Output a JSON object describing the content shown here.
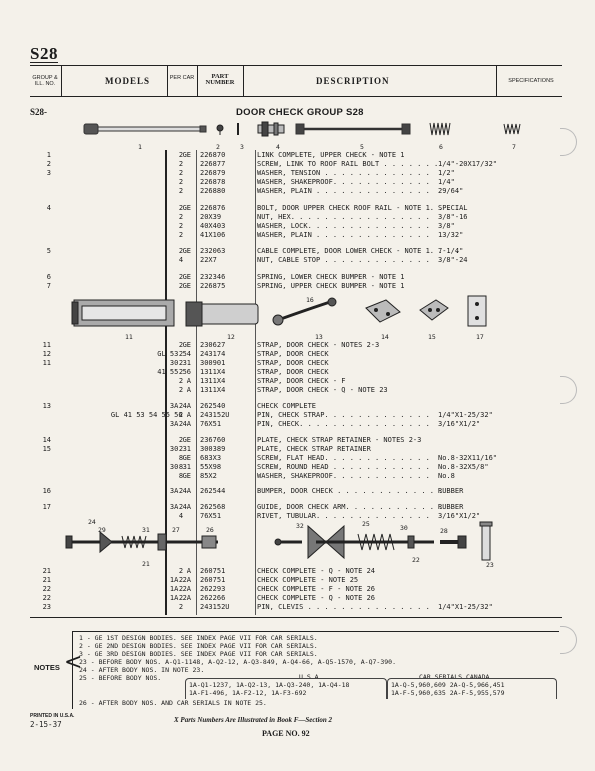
{
  "page_code": "S28",
  "header": {
    "group_label": "GROUP & ILL. NO.",
    "models": "MODELS",
    "per_car": "PER CAR",
    "part_number": "PART NUMBER",
    "description": "DESCRIPTION",
    "specifications": "SPECIFICATIONS"
  },
  "group_code": "S28-",
  "group_title": "DOOR CHECK GROUP S28",
  "illus1_labels": [
    "1",
    "2",
    "3",
    "4",
    "5",
    "6",
    "7"
  ],
  "illus2_labels": [
    "16",
    "11",
    "12",
    "13",
    "14",
    "15",
    "17"
  ],
  "illus3_labels": [
    "24",
    "29",
    "31",
    "27",
    "26",
    "21",
    "32",
    "25",
    "30",
    "28",
    "22",
    "23"
  ],
  "rows": [
    {
      "num": "1",
      "models": "GE",
      "per": "2",
      "part": "226870",
      "desc": "LINK COMPLETE, UPPER CHECK - NOTE 1",
      "spec": ""
    },
    {
      "num": "2",
      "models": "",
      "per": "2",
      "part": "226877",
      "desc": "  SCREW, LINK TO ROOF RAIL BOLT . . . . . . .",
      "spec": "1/4\"-20X17/32\""
    },
    {
      "num": "3",
      "models": "",
      "per": "2",
      "part": "226879",
      "desc": "  WASHER, TENSION . . . . . . . . . . . . .",
      "spec": "1/2\""
    },
    {
      "num": "",
      "models": "",
      "per": "2",
      "part": "226878",
      "desc": "  WASHER, SHAKEPROOF. . . . . . . . . . . .",
      "spec": "1/4\""
    },
    {
      "num": "",
      "models": "",
      "per": "2",
      "part": "226880",
      "desc": "  WASHER, PLAIN . . . . . . . . . . . . . .",
      "spec": "29/64\""
    },
    {
      "num": "4",
      "models": "GE",
      "per": "2",
      "part": "226876",
      "desc": "BOLT, DOOR UPPER CHECK ROOF RAIL - NOTE 1. . . .",
      "spec": "SPECIAL"
    },
    {
      "num": "",
      "models": "",
      "per": "2",
      "part": "20X39",
      "desc": "  NUT, HEX. . . . . . . . . . . . . . . . .",
      "spec": "3/8\"-16"
    },
    {
      "num": "",
      "models": "",
      "per": "2",
      "part": "40X403",
      "desc": "  WASHER, LOCK. . . . . . . . . . . . . . .",
      "spec": "3/8\""
    },
    {
      "num": "",
      "models": "",
      "per": "2",
      "part": "41X106",
      "desc": "  WASHER, PLAIN . . . . . . . . . . . . . .",
      "spec": "13/32\""
    },
    {
      "num": "5",
      "models": "GE",
      "per": "2",
      "part": "232063",
      "desc": "CABLE COMPLETE, DOOR LOWER CHECK - NOTE 1. . . .",
      "spec": "7-1/4\""
    },
    {
      "num": "",
      "models": "",
      "per": "4",
      "part": "22X7",
      "desc": "  NUT, CABLE STOP . . . . . . . . . . . . .",
      "spec": "3/8\"-24"
    },
    {
      "num": "6",
      "models": "GE",
      "per": "2",
      "part": "232346",
      "desc": "SPRING, LOWER CHECK BUMPER - NOTE 1",
      "spec": ""
    },
    {
      "num": "7",
      "models": "GE",
      "per": "2",
      "part": "226875",
      "desc": "SPRING, UPPER CHECK BUMPER - NOTE 1",
      "spec": ""
    },
    {
      "num": "11",
      "models": "GE",
      "per": "2",
      "part": "230627",
      "desc": "STRAP, DOOR CHECK - NOTES 2-3",
      "spec": ""
    },
    {
      "num": "12",
      "models": "GL 53 54",
      "per": "2",
      "part": "243174",
      "desc": "STRAP, DOOR CHECK",
      "spec": ""
    },
    {
      "num": "11",
      "models": "30 31",
      "per": "2",
      "part": "300901",
      "desc": "STRAP, DOOR CHECK",
      "spec": ""
    },
    {
      "num": "",
      "models": "41 55 56",
      "per": "2",
      "part": "1311X4",
      "desc": "STRAP, DOOR CHECK",
      "spec": ""
    },
    {
      "num": "",
      "models": "A",
      "per": "2",
      "part": "1311X4",
      "desc": "STRAP, DOOR CHECK - F",
      "spec": ""
    },
    {
      "num": "",
      "models": "A",
      "per": "2",
      "part": "1311X4",
      "desc": "STRAP, DOOR CHECK - Q - NOTE 23",
      "spec": ""
    },
    {
      "num": "13",
      "models": "3A 4A",
      "per": "2",
      "part": "262540",
      "desc": "CHECK COMPLETE",
      "spec": ""
    },
    {
      "num": "",
      "models": "GL 41 53 54 55 56 A",
      "per": "2",
      "part": "243152U",
      "desc": "  PIN, CHECK STRAP. . . . . . . . . . . . .",
      "spec": "1/4\"X1-25/32\""
    },
    {
      "num": "",
      "models": "3A 4A",
      "per": "2",
      "part": "76X51",
      "desc": "  PIN, CHECK. . . . . . . . . . . . . . . .",
      "spec": "3/16\"X1/2\""
    },
    {
      "num": "14",
      "models": "GE",
      "per": "2",
      "part": "236760",
      "desc": "PLATE, CHECK STRAP RETAINER - NOTES 2-3",
      "spec": ""
    },
    {
      "num": "15",
      "models": "30 31",
      "per": "2",
      "part": "300389",
      "desc": "PLATE, CHECK STRAP RETAINER",
      "spec": ""
    },
    {
      "num": "",
      "models": "GE",
      "per": "8",
      "part": "683X3",
      "desc": "  SCREW, FLAT HEAD. . . . . . . . . . . . .",
      "spec": "No.8-32X11/16\""
    },
    {
      "num": "",
      "models": "30 31",
      "per": "8",
      "part": "55X98",
      "desc": "  SCREW, ROUND HEAD . . . . . . . . . . . .",
      "spec": "No.8-32X5/8\""
    },
    {
      "num": "",
      "models": "GE",
      "per": "8",
      "part": "85X2",
      "desc": "  WASHER, SHAKEPROOF. . . . . . . . . . . .",
      "spec": "No.8"
    },
    {
      "num": "16",
      "models": "3A 4A",
      "per": "2",
      "part": "262544",
      "desc": "BUMPER, DOOR CHECK . . . . . . . . . . . . .",
      "spec": "RUBBER"
    },
    {
      "num": "17",
      "models": "3A 4A",
      "per": "2",
      "part": "262568",
      "desc": "GUIDE, DOOR CHECK ARM. . . . . . . . . . . .",
      "spec": "RUBBER"
    },
    {
      "num": "",
      "models": "",
      "per": "4",
      "part": "76X51",
      "desc": "  RIVET, TUBULAR. . . . . . . . . . . . . .",
      "spec": "3/16\"X1/2\""
    },
    {
      "num": "21",
      "models": "A",
      "per": "2",
      "part": "260751",
      "desc": "CHECK COMPLETE - Q - NOTE 24",
      "spec": ""
    },
    {
      "num": "21",
      "models": "1A 2A",
      "per": "2",
      "part": "260751",
      "desc": "CHECK COMPLETE - NOTE 25",
      "spec": ""
    },
    {
      "num": "22",
      "models": "1A 2A",
      "per": "2",
      "part": "262293",
      "desc": "CHECK COMPLETE - F - NOTE 26",
      "spec": ""
    },
    {
      "num": "22",
      "models": "1A 2A",
      "per": "2",
      "part": "262266",
      "desc": "CHECK COMPLETE - Q - NOTE 26",
      "spec": ""
    },
    {
      "num": "23",
      "models": "",
      "per": "2",
      "part": "243152U",
      "desc": "  PIN, CLEVIS . . . . . . . . . . . . . . .",
      "spec": "1/4\"X1-25/32\""
    }
  ],
  "notes": {
    "label": "NOTES",
    "lines": [
      "1 - GE 1ST DESIGN BODIES.  SEE INDEX PAGE VII FOR CAR SERIALS.",
      "2 - GE 2ND DESIGN BODIES.  SEE INDEX PAGE VII FOR CAR SERIALS.",
      "3 - GE 3RD DESIGN BODIES.  SEE INDEX PAGE VII FOR CAR SERIALS.",
      "23 - BEFORE BODY NOS. A-Q1-1148, A-Q2-12, A-Q3-849, A-Q4-66, A-Q5-1570, A-Q7-390.",
      "24 - AFTER BODY NOS. IN NOTE 23.",
      "25 - BEFORE BODY NOS.",
      "26 - AFTER BODY NOS. AND CAR SERIALS IN NOTE 25."
    ],
    "usa_label": "U.S.A.",
    "usa_line1": "1A-Q1-1237, 1A-Q2-13, 1A-Q3-240, 1A-Q4-18",
    "usa_line2": "1A-F1-496,  1A-F2-12, 1A-F3-692",
    "canada_label": "CAR SERIALS CANADA",
    "canada_line1": "1A-Q-5,960,609  2A-Q-5,966,451",
    "canada_line2": "1A-F-5,960,635  2A-F-5,955,579"
  },
  "footer": {
    "printed": "PRINTED IN U.S.A.",
    "date": "2-15-37",
    "center": "X Parts Numbers Are Illustrated in Book F—Section 2",
    "page": "PAGE NO.  92"
  }
}
